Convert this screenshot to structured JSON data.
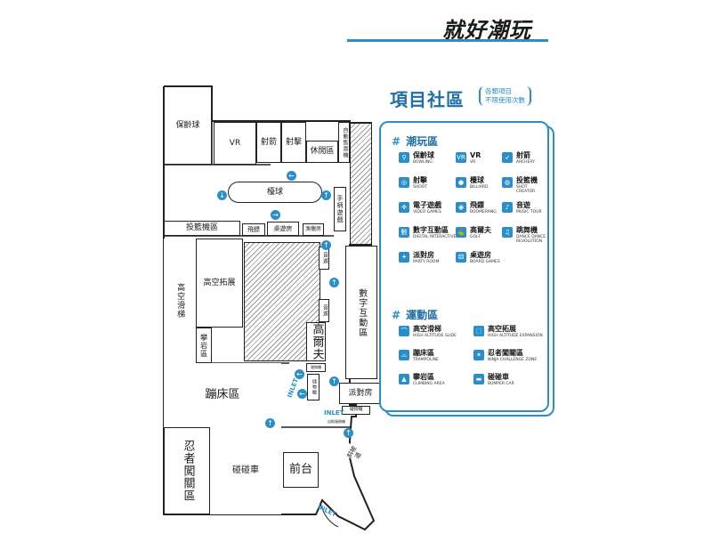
{
  "brand": {
    "title": "就好潮玩"
  },
  "map": {
    "rooms": {
      "bowling": "保齡球",
      "vr": "VR",
      "archery": "射箭",
      "shoot": "射擊",
      "lounge": "休閒區",
      "auto_sales": "自動售賣機",
      "billiard": "檯球",
      "handheld": "手柄遊戲",
      "shot_creator": "投籃機區",
      "boomerang": "飛鏢",
      "board_games": "桌遊房",
      "fishing": "漁獵房",
      "music": "音遊",
      "high_expansion": "高空拓展",
      "high_slide": "高空滑梯",
      "climbing": "攀岩區",
      "dance": "音遊",
      "golf": "高爾夫",
      "digital_interactive": "數字互動區",
      "storage1": "儲物櫃",
      "storage2": "儲物櫃",
      "trampoline": "蹦床區",
      "party": "派對房",
      "storage3": "儲物櫃",
      "self_service": "自助服務機",
      "ninja": "忍者闖關區",
      "bumper": "碰碰車",
      "front_desk": "前台",
      "ramp": "斜坡道"
    },
    "inlet_labels": [
      "INLET",
      "INLET",
      "INLET"
    ]
  },
  "legend": {
    "title": "項目社區",
    "subtitle_line1": "各類項目",
    "subtitle_line2": "不限使用次數",
    "hash": "#",
    "play_heading": "潮玩區",
    "sport_heading": "運動區",
    "play_items": [
      {
        "zh": "保齡球",
        "en": "BOWLING",
        "icon": "bowling-icon",
        "glyph": "⚲"
      },
      {
        "zh": "VR",
        "en": "VR",
        "icon": "vr-icon",
        "glyph": "VR"
      },
      {
        "zh": "射箭",
        "en": "ARCHERY",
        "icon": "archery-icon",
        "glyph": "➶"
      },
      {
        "zh": "射擊",
        "en": "SHOOT",
        "icon": "shoot-icon",
        "glyph": "◎"
      },
      {
        "zh": "檯球",
        "en": "BILLIARD",
        "icon": "billiard-icon",
        "glyph": "●"
      },
      {
        "zh": "投籃機",
        "en": "SHOT CREATOR",
        "icon": "basketball-icon",
        "glyph": "◍"
      },
      {
        "zh": "電子遊戲",
        "en": "VIDEO GAMES",
        "icon": "gamepad-icon",
        "glyph": "✜"
      },
      {
        "zh": "飛鏢",
        "en": "BOOMERANG",
        "icon": "dart-icon",
        "glyph": "◉"
      },
      {
        "zh": "音遊",
        "en": "MUSIC TOUR",
        "icon": "music-icon",
        "glyph": "♪"
      },
      {
        "zh": "數字互動區",
        "en": "DIGITAL INTERACTIVE",
        "icon": "digital-icon",
        "glyph": "數"
      },
      {
        "zh": "高爾夫",
        "en": "GOLF",
        "icon": "golf-icon",
        "glyph": "⛳"
      },
      {
        "zh": "跳舞機",
        "en": "DANCE DANCE REVOLUTION",
        "icon": "dance-icon",
        "glyph": "♫"
      },
      {
        "zh": "派對房",
        "en": "PARTY ROOM",
        "icon": "party-icon",
        "glyph": "✦"
      },
      {
        "zh": "桌遊房",
        "en": "BOARD GAMES",
        "icon": "board-game-icon",
        "glyph": "⚄"
      }
    ],
    "sport_items": [
      {
        "zh": "高空滑梯",
        "en": "HIGH ALTITUDE SLIDE",
        "icon": "slide-icon",
        "glyph": "⌒"
      },
      {
        "zh": "高空拓展",
        "en": "HIGH ALTITUDE EXPANSION",
        "icon": "expansion-icon",
        "glyph": "⬚"
      },
      {
        "zh": "蹦床區",
        "en": "TRAMPOLINE",
        "icon": "trampoline-icon",
        "glyph": "⌓"
      },
      {
        "zh": "忍者闖關區",
        "en": "NINJA CHALLENGE ZONE",
        "icon": "ninja-icon",
        "glyph": "✶"
      },
      {
        "zh": "攀岩區",
        "en": "CLIMBING AREA",
        "icon": "climbing-icon",
        "glyph": "▲"
      },
      {
        "zh": "碰碰車",
        "en": "BUMPER CAR",
        "icon": "bumper-car-icon",
        "glyph": "▬"
      }
    ]
  },
  "colors": {
    "accent": "#2a8fc8",
    "heading": "#1e6fa5",
    "wall": "#222222"
  }
}
